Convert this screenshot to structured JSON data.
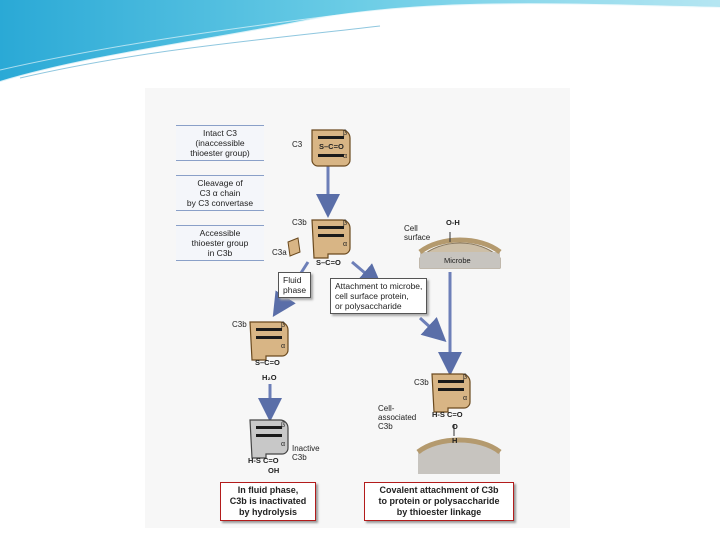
{
  "legend_steps": [
    "Intact C3\n(inaccessible\nthioester group)",
    "Cleavage of\nC3 α chain\nby C3 convertase",
    "Accessible\nthioester group\nin C3b"
  ],
  "molecules": {
    "c3": "C3",
    "c3b_top": "C3b",
    "c3a": "C3a",
    "c3b_fluid": "C3b",
    "c3b_cell": "C3b",
    "beta": "β",
    "alpha": "α",
    "thioester": "S–C=O",
    "hydrolyzed": "H-S  C=O",
    "oh": "OH",
    "h2o": "H₂O",
    "cell_bond": "H-S  C=O",
    "cell_o": "O",
    "cell_h": "H"
  },
  "labels": {
    "fluid_phase": "Fluid\nphase",
    "attachment": "Attachment to microbe,\ncell surface protein,\nor polysaccharide",
    "cell_surface": "Cell\nsurface",
    "oh_group": "O-H",
    "microbe": "Microbe",
    "inactive": "Inactive\nC3b",
    "cell_associated": "Cell-\nassociated\nC3b"
  },
  "captions": {
    "fluid": "In fluid phase,\nC3b is inactivated\nby hydrolysis",
    "covalent": "Covalent attachment of C3b\nto protein or polysaccharide\nby thioester linkage"
  },
  "colors": {
    "molecule_fill": "#d8b585",
    "molecule_stroke": "#6b4a1f",
    "inactive_fill": "#c8c8c8",
    "arrow": "#6d7fb8",
    "caption_border": "#b31c1c",
    "header_blue": "#38b6d8"
  }
}
